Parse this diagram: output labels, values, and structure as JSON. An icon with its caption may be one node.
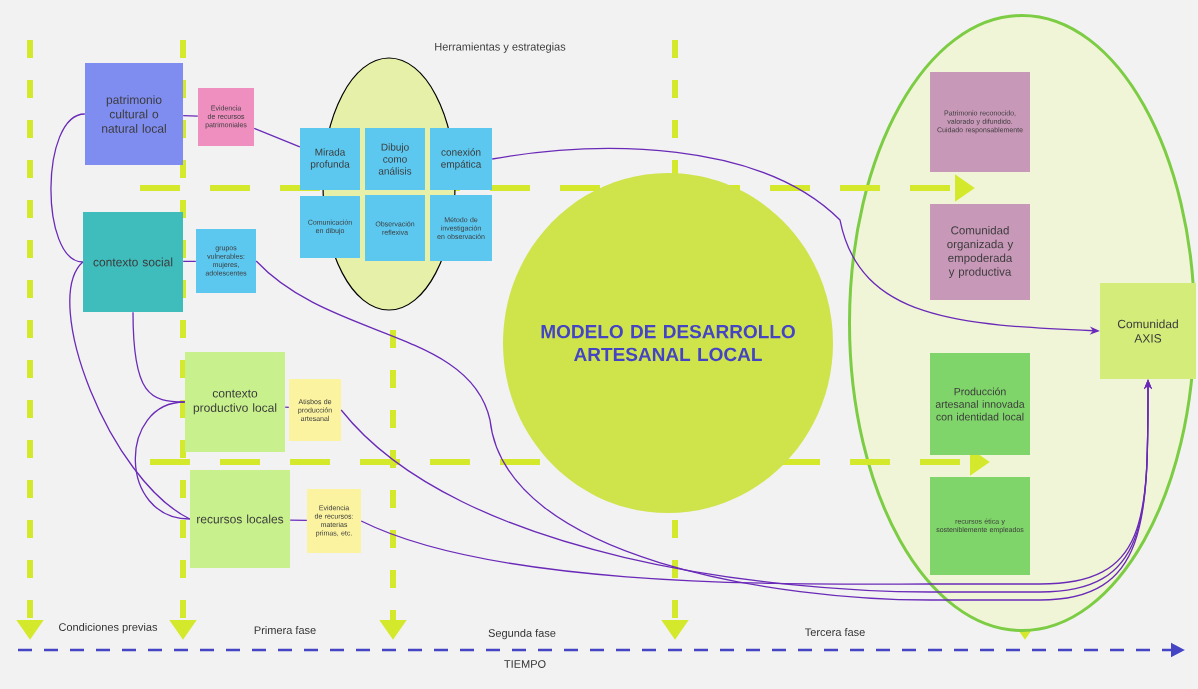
{
  "diagram": {
    "nodes": [
      {
        "text": [
          "patrimonio cultural o natural local"
        ]
      },
      {
        "text": [
          "Evidencia de recursos patrimoniales"
        ]
      },
      {
        "text": [
          "contexto social"
        ]
      },
      {
        "text": [
          "grupos vulnerables: mujeres, adolescentes"
        ]
      },
      {
        "text": [
          "contexto productivo local"
        ]
      },
      {
        "text": [
          "Atisbos de producción artesanal"
        ]
      },
      {
        "text": [
          "recursos locales"
        ]
      },
      {
        "text": [
          "Evidencia de recursos: materias primas, etc."
        ]
      },
      {
        "text": [
          "Herramientas y estrategias"
        ]
      },
      {
        "text": [
          "Mirada profunda"
        ]
      },
      {
        "text": [
          "Dibujo como análisis"
        ],
        "in": 8
      },
      {
        "text": [
          "conexión empática"
        ]
      },
      {
        "text": [
          "Comunicación en dibujo"
        ]
      },
      {
        "text": [
          "Observación reflexiva"
        ],
        "in": 8
      },
      {
        "text": [
          "Método de investigación en observación"
        ]
      },
      {
        "text": [
          "MODELO DE DESARROLLO ARTESANAL LOCAL"
        ]
      },
      {
        "text": [],
        "shape": "ellipse"
      },
      {
        "text": [
          "Patrimonio reconocido, valorado y difundido. Cuidado responsablemente"
        ],
        "in": 16
      },
      {
        "text": [
          "Comunidad organizada y empoderada y productiva"
        ],
        "in": 16
      },
      {
        "text": [
          "Producción artesanal innovada con identidad local"
        ],
        "in": 16
      },
      {
        "text": [
          "recursos ética y sosteniblemente empleados"
        ],
        "in": 16
      },
      {
        "text": [
          "Comunidad AXIS"
        ],
        "in": 16
      }
    ],
    "edges": [
      {
        "from": 0,
        "to": 2,
        "arrow": "none"
      },
      {
        "from": 2,
        "to": 4,
        "arrow": "none"
      },
      {
        "from": 2,
        "to": 6,
        "arrow": "none"
      },
      {
        "from": 4,
        "to": 6,
        "arrow": "none"
      },
      {
        "from": 0,
        "to": 1,
        "arrow": "none"
      },
      {
        "from": 1,
        "to": 9,
        "arrow": "none"
      },
      {
        "from": 11,
        "to": 21,
        "arrow": "to"
      },
      {
        "from": 2,
        "to": 3,
        "arrow": "none"
      },
      {
        "from": 3,
        "to": 21,
        "arrow": "to"
      },
      {
        "from": 4,
        "to": 5,
        "arrow": "none"
      },
      {
        "from": 5,
        "to": 21,
        "arrow": "to"
      },
      {
        "from": 6,
        "to": 7,
        "arrow": "none"
      },
      {
        "from": 7,
        "to": 21,
        "arrow": "to"
      }
    ],
    "labels": [
      "Condiciones previas",
      "Primera fase",
      "Segunda fase",
      "Tercera fase",
      "TIEMPO"
    ]
  }
}
